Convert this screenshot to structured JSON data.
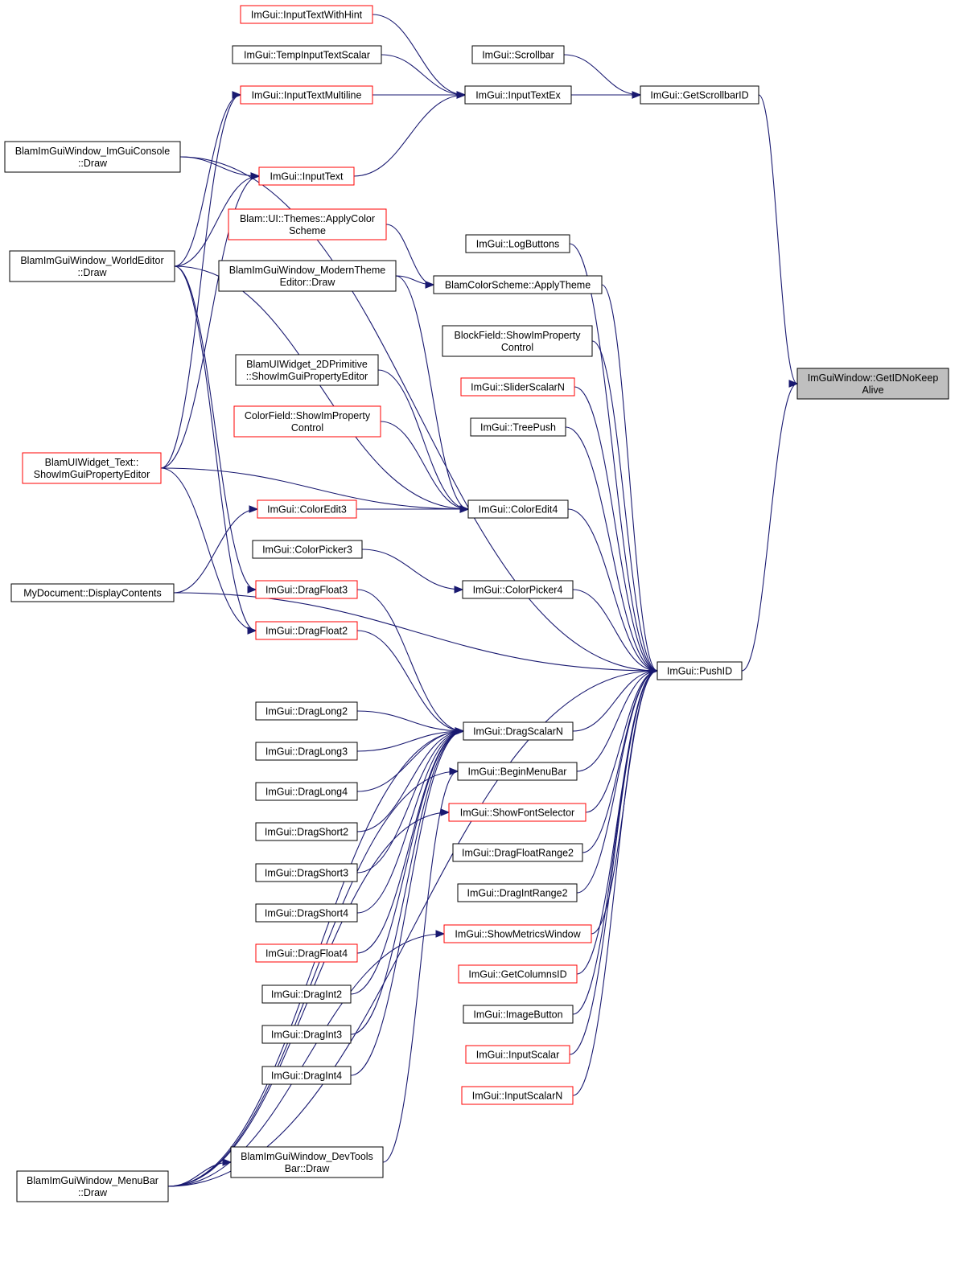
{
  "colors": {
    "edge": "#191970",
    "border_red": "#ff0000",
    "border_black": "#000000",
    "highlight_fill": "#bfbfbf"
  },
  "nodes": [
    {
      "id": "getidnokeepalive",
      "lines": [
        "ImGuiWindow::GetIDNoKeep",
        "Alive"
      ],
      "style": "highlight"
    },
    {
      "id": "getscrollbarid",
      "lines": [
        "ImGui::GetScrollbarID"
      ],
      "style": "black"
    },
    {
      "id": "scrollbar",
      "lines": [
        "ImGui::Scrollbar"
      ],
      "style": "black"
    },
    {
      "id": "inputtextex",
      "lines": [
        "ImGui::InputTextEx"
      ],
      "style": "black"
    },
    {
      "id": "inputtextwithhint",
      "lines": [
        "ImGui::InputTextWithHint"
      ],
      "style": "red"
    },
    {
      "id": "tempinputtextscalar",
      "lines": [
        "ImGui::TempInputTextScalar"
      ],
      "style": "black"
    },
    {
      "id": "inputtextmultiline",
      "lines": [
        "ImGui::InputTextMultiline"
      ],
      "style": "red"
    },
    {
      "id": "inputtext",
      "lines": [
        "ImGui::InputText"
      ],
      "style": "red"
    },
    {
      "id": "imguiconsole",
      "lines": [
        "BlamImGuiWindow_ImGuiConsole",
        "::Draw"
      ],
      "style": "black"
    },
    {
      "id": "worldeditor",
      "lines": [
        "BlamImGuiWindow_WorldEditor",
        "::Draw"
      ],
      "style": "black"
    },
    {
      "id": "applycolorscheme",
      "lines": [
        "Blam::UI::Themes::ApplyColor",
        "Scheme"
      ],
      "style": "red"
    },
    {
      "id": "moderntheme",
      "lines": [
        "BlamImGuiWindow_ModernTheme",
        "Editor::Draw"
      ],
      "style": "black"
    },
    {
      "id": "applytheme",
      "lines": [
        "BlamColorScheme::ApplyTheme"
      ],
      "style": "black"
    },
    {
      "id": "logbuttons",
      "lines": [
        "ImGui::LogButtons"
      ],
      "style": "black"
    },
    {
      "id": "blockfield",
      "lines": [
        "BlockField::ShowImProperty",
        "Control"
      ],
      "style": "black"
    },
    {
      "id": "sliderscalarn",
      "lines": [
        "ImGui::SliderScalarN"
      ],
      "style": "red"
    },
    {
      "id": "treepush",
      "lines": [
        "ImGui::TreePush"
      ],
      "style": "black"
    },
    {
      "id": "primitive2d",
      "lines": [
        "BlamUIWidget_2DPrimitive",
        "::ShowImGuiPropertyEditor"
      ],
      "style": "black"
    },
    {
      "id": "colorfield",
      "lines": [
        "ColorField::ShowImProperty",
        "Control"
      ],
      "style": "red"
    },
    {
      "id": "widgettext",
      "lines": [
        "BlamUIWidget_Text::",
        "ShowImGuiPropertyEditor"
      ],
      "style": "red"
    },
    {
      "id": "coloredit3",
      "lines": [
        "ImGui::ColorEdit3"
      ],
      "style": "red"
    },
    {
      "id": "coloredit4",
      "lines": [
        "ImGui::ColorEdit4"
      ],
      "style": "black"
    },
    {
      "id": "colorpicker3",
      "lines": [
        "ImGui::ColorPicker3"
      ],
      "style": "black"
    },
    {
      "id": "colorpicker4",
      "lines": [
        "ImGui::ColorPicker4"
      ],
      "style": "black"
    },
    {
      "id": "mydocument",
      "lines": [
        "MyDocument::DisplayContents"
      ],
      "style": "black"
    },
    {
      "id": "dragfloat3",
      "lines": [
        "ImGui::DragFloat3"
      ],
      "style": "red"
    },
    {
      "id": "dragfloat2",
      "lines": [
        "ImGui::DragFloat2"
      ],
      "style": "red"
    },
    {
      "id": "pushid",
      "lines": [
        "ImGui::PushID"
      ],
      "style": "black"
    },
    {
      "id": "draglong2",
      "lines": [
        "ImGui::DragLong2"
      ],
      "style": "black"
    },
    {
      "id": "dragscalarn",
      "lines": [
        "ImGui::DragScalarN"
      ],
      "style": "black"
    },
    {
      "id": "draglong3",
      "lines": [
        "ImGui::DragLong3"
      ],
      "style": "black"
    },
    {
      "id": "beginmenubar",
      "lines": [
        "ImGui::BeginMenuBar"
      ],
      "style": "black"
    },
    {
      "id": "draglong4",
      "lines": [
        "ImGui::DragLong4"
      ],
      "style": "black"
    },
    {
      "id": "showfontselector",
      "lines": [
        "ImGui::ShowFontSelector"
      ],
      "style": "red"
    },
    {
      "id": "dragshort2",
      "lines": [
        "ImGui::DragShort2"
      ],
      "style": "black"
    },
    {
      "id": "dragfloatrange2",
      "lines": [
        "ImGui::DragFloatRange2"
      ],
      "style": "black"
    },
    {
      "id": "dragshort3",
      "lines": [
        "ImGui::DragShort3"
      ],
      "style": "black"
    },
    {
      "id": "dragintrange2",
      "lines": [
        "ImGui::DragIntRange2"
      ],
      "style": "black"
    },
    {
      "id": "dragshort4",
      "lines": [
        "ImGui::DragShort4"
      ],
      "style": "black"
    },
    {
      "id": "showmetricswindow",
      "lines": [
        "ImGui::ShowMetricsWindow"
      ],
      "style": "red"
    },
    {
      "id": "dragfloat4",
      "lines": [
        "ImGui::DragFloat4"
      ],
      "style": "red"
    },
    {
      "id": "getcolumnsid",
      "lines": [
        "ImGui::GetColumnsID"
      ],
      "style": "red"
    },
    {
      "id": "dragint2",
      "lines": [
        "ImGui::DragInt2"
      ],
      "style": "black"
    },
    {
      "id": "imagebutton",
      "lines": [
        "ImGui::ImageButton"
      ],
      "style": "black"
    },
    {
      "id": "dragint3",
      "lines": [
        "ImGui::DragInt3"
      ],
      "style": "black"
    },
    {
      "id": "inputscalar",
      "lines": [
        "ImGui::InputScalar"
      ],
      "style": "red"
    },
    {
      "id": "dragint4",
      "lines": [
        "ImGui::DragInt4"
      ],
      "style": "black"
    },
    {
      "id": "inputscalarn",
      "lines": [
        "ImGui::InputScalarN"
      ],
      "style": "red"
    },
    {
      "id": "devtoolsbar",
      "lines": [
        "BlamImGuiWindow_DevTools",
        "Bar::Draw"
      ],
      "style": "black"
    },
    {
      "id": "menubar",
      "lines": [
        "BlamImGuiWindow_MenuBar",
        "::Draw"
      ],
      "style": "black"
    }
  ],
  "edges": [
    [
      "getscrollbarid",
      "getidnokeepalive"
    ],
    [
      "pushid",
      "getidnokeepalive"
    ],
    [
      "scrollbar",
      "getscrollbarid"
    ],
    [
      "inputtextex",
      "getscrollbarid"
    ],
    [
      "inputtextwithhint",
      "inputtextex"
    ],
    [
      "tempinputtextscalar",
      "inputtextex"
    ],
    [
      "inputtextmultiline",
      "inputtextex"
    ],
    [
      "inputtext",
      "inputtextex"
    ],
    [
      "imguiconsole",
      "inputtext"
    ],
    [
      "worldeditor",
      "inputtext"
    ],
    [
      "widgettext",
      "inputtext"
    ],
    [
      "worldeditor",
      "inputtextmultiline"
    ],
    [
      "widgettext",
      "inputtextmultiline"
    ],
    [
      "applycolorscheme",
      "applytheme"
    ],
    [
      "moderntheme",
      "applytheme"
    ],
    [
      "worldeditor",
      "coloredit4"
    ],
    [
      "moderntheme",
      "coloredit4"
    ],
    [
      "primitive2d",
      "coloredit4"
    ],
    [
      "colorfield",
      "coloredit4"
    ],
    [
      "widgettext",
      "coloredit4"
    ],
    [
      "coloredit3",
      "coloredit4"
    ],
    [
      "mydocument",
      "coloredit3"
    ],
    [
      "colorpicker3",
      "colorpicker4"
    ],
    [
      "worldeditor",
      "dragfloat3"
    ],
    [
      "worldeditor",
      "dragfloat2"
    ],
    [
      "widgettext",
      "dragfloat2"
    ],
    [
      "dragfloat3",
      "dragscalarn"
    ],
    [
      "dragfloat2",
      "dragscalarn"
    ],
    [
      "draglong2",
      "dragscalarn"
    ],
    [
      "draglong3",
      "dragscalarn"
    ],
    [
      "draglong4",
      "dragscalarn"
    ],
    [
      "dragshort2",
      "dragscalarn"
    ],
    [
      "dragshort3",
      "dragscalarn"
    ],
    [
      "dragshort4",
      "dragscalarn"
    ],
    [
      "dragfloat4",
      "dragscalarn"
    ],
    [
      "dragint2",
      "dragscalarn"
    ],
    [
      "dragint3",
      "dragscalarn"
    ],
    [
      "dragint4",
      "dragscalarn"
    ],
    [
      "menubar",
      "dragscalarn"
    ],
    [
      "menubar",
      "beginmenubar"
    ],
    [
      "devtoolsbar",
      "beginmenubar"
    ],
    [
      "menubar",
      "showfontselector"
    ],
    [
      "menubar",
      "showmetricswindow"
    ],
    [
      "menubar",
      "devtoolsbar"
    ],
    [
      "imguiconsole",
      "pushid"
    ],
    [
      "mydocument",
      "pushid"
    ],
    [
      "applytheme",
      "pushid"
    ],
    [
      "logbuttons",
      "pushid"
    ],
    [
      "blockfield",
      "pushid"
    ],
    [
      "sliderscalarn",
      "pushid"
    ],
    [
      "treepush",
      "pushid"
    ],
    [
      "coloredit4",
      "pushid"
    ],
    [
      "colorpicker4",
      "pushid"
    ],
    [
      "dragscalarn",
      "pushid"
    ],
    [
      "beginmenubar",
      "pushid"
    ],
    [
      "showfontselector",
      "pushid"
    ],
    [
      "dragfloatrange2",
      "pushid"
    ],
    [
      "dragintrange2",
      "pushid"
    ],
    [
      "showmetricswindow",
      "pushid"
    ],
    [
      "getcolumnsid",
      "pushid"
    ],
    [
      "imagebutton",
      "pushid"
    ],
    [
      "inputscalar",
      "pushid"
    ],
    [
      "inputscalarn",
      "pushid"
    ],
    [
      "menubar",
      "pushid"
    ]
  ]
}
